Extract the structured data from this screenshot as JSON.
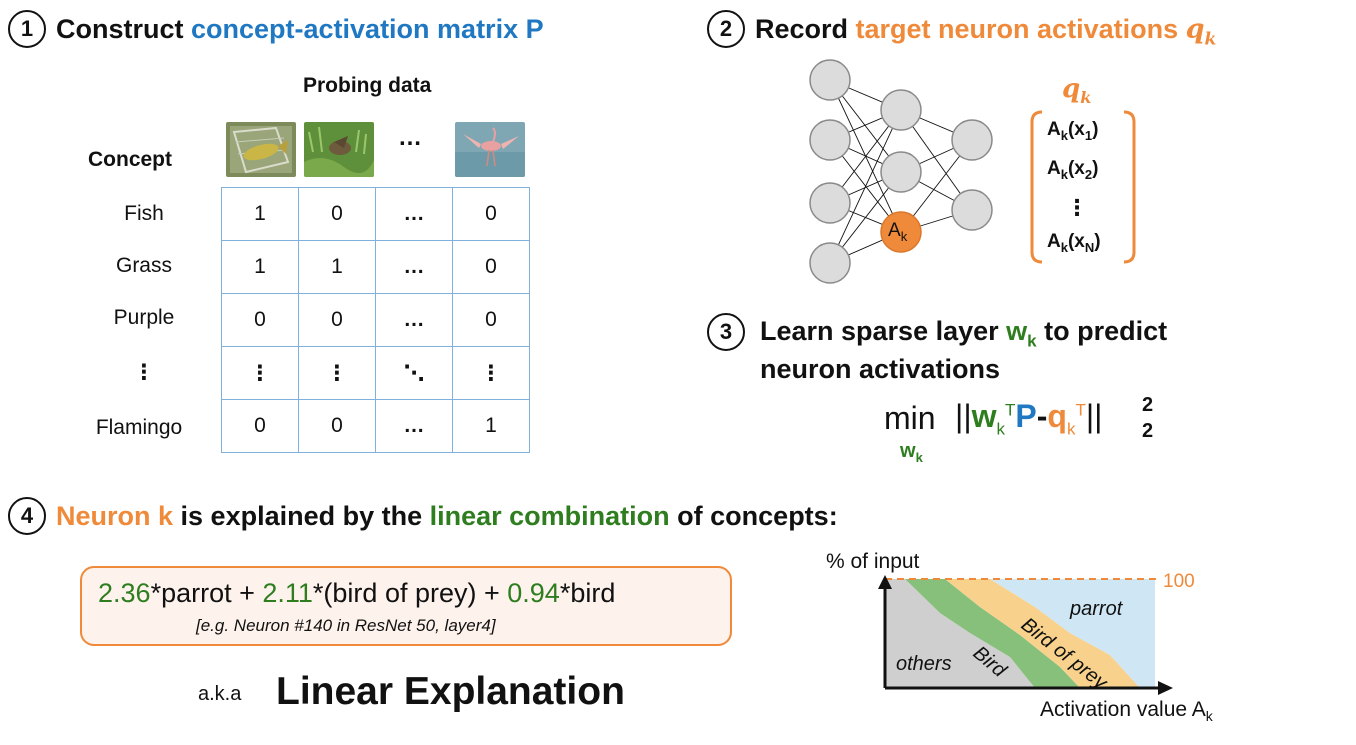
{
  "step1": {
    "num": "1",
    "title_prefix": "Construct ",
    "title_highlight": "concept-activation matrix P"
  },
  "step2": {
    "num": "2",
    "title_prefix": "Record ",
    "title_highlight": "target neuron activations ",
    "title_var": "q"
  },
  "step3": {
    "num": "3",
    "line1_prefix": "Learn sparse layer ",
    "line1_var": "w",
    "line1_suffix": " to predict",
    "line2": "neuron activations"
  },
  "step4": {
    "num": "4",
    "highlight1": "Neuron k",
    "mid": " is explained by the ",
    "highlight2": "linear combination",
    "suffix": " of concepts:"
  },
  "probing": {
    "label": "Probing data",
    "ellipsis": "…"
  },
  "concept_header": "Concept",
  "concepts": [
    "Fish",
    "Grass",
    "Purple",
    "⋮",
    "Flamingo"
  ],
  "matrix": [
    [
      "1",
      "0",
      "…",
      "0"
    ],
    [
      "1",
      "1",
      "…",
      "0"
    ],
    [
      "0",
      "0",
      "…",
      "0"
    ],
    [
      "⋮",
      "⋮",
      "⋱",
      "⋮"
    ],
    [
      "0",
      "0",
      "…",
      "1"
    ]
  ],
  "network": {
    "neuron_label": "A",
    "neuron_sub": "k"
  },
  "qvec": {
    "label": "q",
    "items": [
      {
        "a": "A",
        "k": "k",
        "x": "(x",
        "i": "1",
        "c": ")"
      },
      {
        "a": "A",
        "k": "k",
        "x": "(x",
        "i": "2",
        "c": ")"
      },
      {
        "a": "A",
        "k": "k",
        "x": "(x",
        "i": "N",
        "c": ")"
      }
    ],
    "dots": "⋮"
  },
  "objective": {
    "min": "min",
    "under": "w",
    "under_sub": "k",
    "bars": "||",
    "w": "w",
    "k": "k",
    "t": "T",
    "p": "P",
    "dash": "-",
    "q": "q",
    "qk": "k",
    "qt": "T",
    "sup": "2",
    "sub": "2"
  },
  "formula": {
    "c1": "2.36",
    "t1": "*parrot + ",
    "c2": "2.11",
    "t2": "*(bird of prey) + ",
    "c3": "0.94",
    "t3": "*bird",
    "note": "[e.g. Neuron #140 in ResNet 50, layer4]"
  },
  "aka": {
    "small": "a.k.a",
    "big": "Linear Explanation"
  },
  "chart_data": {
    "type": "area",
    "ylabel": "% of input",
    "xlabel": "Activation value A",
    "xlabel_sub": "k",
    "ref_line_label": "100",
    "series": [
      {
        "name": "others",
        "color": "#cfcfcf"
      },
      {
        "name": "Bird",
        "color": "#86c07a"
      },
      {
        "name": "Bird of prey",
        "color": "#f8d28c"
      },
      {
        "name": "parrot",
        "color": "#cfe6f5"
      }
    ],
    "ylim": [
      0,
      100
    ]
  },
  "colors": {
    "blue": "#1f78c1",
    "orange": "#ef8a3a",
    "green": "#2e7d1f",
    "grid": "#7fb1dc"
  }
}
